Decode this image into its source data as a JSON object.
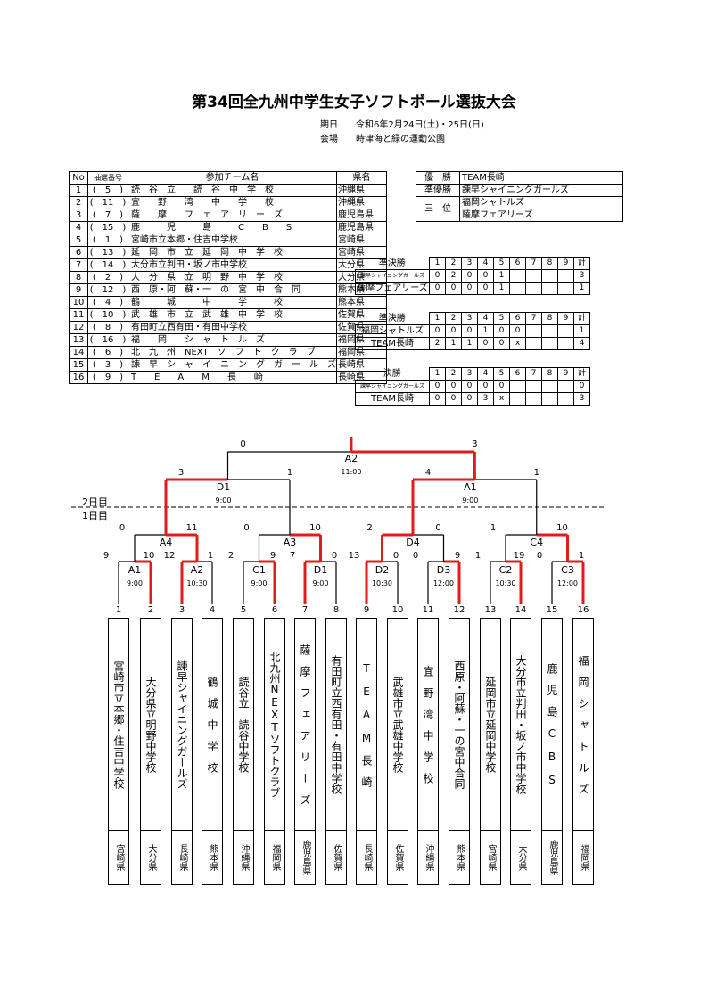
{
  "title": "第34回全九州中学生女子ソフトボール選抜大会",
  "meta": {
    "date_label": "期日",
    "date_value": "令和6年2月24日(土)・25日(日)",
    "venue_label": "会場",
    "venue_value": "時津海と緑の運動公園"
  },
  "teams_header": {
    "no": "No",
    "draw": "抽選番号",
    "team": "参加チーム名",
    "pref": "県名"
  },
  "teams": [
    {
      "no": "1",
      "draw": "5",
      "name": "読　谷　立　　読　谷　中　学　校",
      "pref": "沖縄県"
    },
    {
      "no": "2",
      "draw": "11",
      "name": "宜　　野　　湾　　中　　学　　校",
      "pref": "沖縄県"
    },
    {
      "no": "3",
      "draw": "7",
      "name": "薩　　摩　　フ　ェ　ア　リ　ー　ズ",
      "pref": "鹿児島県"
    },
    {
      "no": "4",
      "draw": "15",
      "name": "鹿　　　児　　　島　　　C　　B　　S",
      "pref": "鹿児島県"
    },
    {
      "no": "5",
      "draw": "1",
      "name": "宮崎市立本郷・住吉中学校",
      "pref": "宮崎県"
    },
    {
      "no": "6",
      "draw": "13",
      "name": "延　岡　市　立　延　岡　中　学　校",
      "pref": "宮崎県"
    },
    {
      "no": "7",
      "draw": "14",
      "name": "大分市立判田・坂ノ市中学校",
      "pref": "大分県"
    },
    {
      "no": "8",
      "draw": "2",
      "name": "大　分　県　立　明　野　中　学　校",
      "pref": "大分県"
    },
    {
      "no": "9",
      "draw": "12",
      "name": "西　原・阿　蘇・一　の　宮　中　合　同",
      "pref": "熊本県"
    },
    {
      "no": "10",
      "draw": "4",
      "name": "鶴　　　城　　　中　　　学　　　校",
      "pref": "熊本県"
    },
    {
      "no": "11",
      "draw": "10",
      "name": "武　雄　市　立　武　雄　中　学　校",
      "pref": "佐賀県"
    },
    {
      "no": "12",
      "draw": "8",
      "name": "有田町立西有田・有田中学校",
      "pref": "佐賀県"
    },
    {
      "no": "13",
      "draw": "16",
      "name": "福　　岡　　シ　ャ　ト　ル　ズ",
      "pref": "福岡県"
    },
    {
      "no": "14",
      "draw": "6",
      "name": "北　九　州　NEXT　ソ　フ　ト　ク　ラ　ブ",
      "pref": "福岡県"
    },
    {
      "no": "15",
      "draw": "3",
      "name": "諫　早　シ　ャ　イ　ニ　ン　グ　ガ　ー　ル　ズ",
      "pref": "長崎県"
    },
    {
      "no": "16",
      "draw": "9",
      "name": "T　　E　　A　　M　　長　　崎",
      "pref": "長崎県"
    }
  ],
  "results": {
    "champion_label": "優　勝",
    "champion": "TEAM長崎",
    "runner_label": "準優勝",
    "runner": "諫早シャイニングガールズ",
    "third_label": "三　位",
    "third1": "福岡シャトルズ",
    "third2": "薩摩フェアリーズ"
  },
  "score_innings": [
    "1",
    "2",
    "3",
    "4",
    "5",
    "6",
    "7",
    "8",
    "9",
    "計"
  ],
  "scoreboards": [
    {
      "title": "準決勝",
      "rows": [
        {
          "team": "諫早シャイニングガールズ",
          "small": true,
          "cells": [
            "0",
            "2",
            "0",
            "0",
            "1",
            "",
            "",
            "",
            "",
            "3"
          ]
        },
        {
          "team": "薩摩フェアリーズ",
          "small": false,
          "cells": [
            "0",
            "0",
            "0",
            "0",
            "1",
            "",
            "",
            "",
            "",
            "1"
          ]
        }
      ]
    },
    {
      "title": "準決勝",
      "rows": [
        {
          "team": "福岡シャトルズ",
          "small": false,
          "cells": [
            "0",
            "0",
            "0",
            "1",
            "0",
            "0",
            "",
            "",
            "",
            "1"
          ]
        },
        {
          "team": "TEAM長崎",
          "small": false,
          "cells": [
            "2",
            "1",
            "1",
            "0",
            "0",
            "x",
            "",
            "",
            "",
            "4"
          ]
        }
      ]
    },
    {
      "title": "決勝",
      "rows": [
        {
          "team": "諫早シャイニングガールズ",
          "small": true,
          "cells": [
            "0",
            "0",
            "0",
            "0",
            "0",
            "",
            "",
            "",
            "",
            "0"
          ]
        },
        {
          "team": "TEAM長崎",
          "small": false,
          "cells": [
            "0",
            "0",
            "0",
            "3",
            "x",
            "",
            "",
            "",
            "",
            "3"
          ]
        }
      ]
    }
  ],
  "bracket": {
    "day2": "2日目",
    "day1": "1日目",
    "slots": [
      {
        "n": "1",
        "name": "宮崎市立本郷・住吉中学校",
        "pref": "宮崎県"
      },
      {
        "n": "2",
        "name": "大分県立明野中学校",
        "pref": "大分県"
      },
      {
        "n": "3",
        "name": "諫早シャイニングガールズ",
        "pref": "長崎県"
      },
      {
        "n": "4",
        "name": "鶴　城　中　学　校",
        "pref": "熊本県"
      },
      {
        "n": "5",
        "name": "読谷立　読谷中学校",
        "pref": "沖縄県"
      },
      {
        "n": "6",
        "name": "北九州NEXTソフトクラブ",
        "pref": "福岡県"
      },
      {
        "n": "7",
        "name": "薩　摩　フ　ェ　ア　リ　ー　ズ",
        "pref": "鹿児島県"
      },
      {
        "n": "8",
        "name": "有田町立西有田・有田中学校",
        "pref": "佐賀県"
      },
      {
        "n": "9",
        "name": "T　E　A　M　長　崎",
        "pref": "長崎県"
      },
      {
        "n": "10",
        "name": "武雄市立武雄中学校",
        "pref": "佐賀県"
      },
      {
        "n": "11",
        "name": "宜　野　湾　中　学　校",
        "pref": "沖縄県"
      },
      {
        "n": "12",
        "name": "西原・阿蘇・一の宮中合同",
        "pref": "熊本県"
      },
      {
        "n": "13",
        "name": "延岡市立延岡中学校",
        "pref": "宮崎県"
      },
      {
        "n": "14",
        "name": "大分市立判田・坂ノ市中学校",
        "pref": "大分県"
      },
      {
        "n": "15",
        "name": "鹿　児　島　C　B　S",
        "pref": "鹿児島県"
      },
      {
        "n": "16",
        "name": "福　岡　シ　ャ　ト　ル　ズ",
        "pref": "福岡県"
      }
    ],
    "r1": [
      {
        "label": "A1",
        "time": "9:00",
        "s1": "9",
        "s2": "10"
      },
      {
        "label": "A2",
        "time": "10:30",
        "s1": "12",
        "s2": "1"
      },
      {
        "label": "C1",
        "time": "9:00",
        "s1": "2",
        "s2": "9"
      },
      {
        "label": "D1",
        "time": "9:00",
        "s1": "7",
        "s2": "0"
      },
      {
        "label": "D2",
        "time": "10:30",
        "s1": "13",
        "s2": "0"
      },
      {
        "label": "D3",
        "time": "12:00",
        "s1": "0",
        "s2": "9"
      },
      {
        "label": "C2",
        "time": "10:30",
        "s1": "1",
        "s2": "19"
      },
      {
        "label": "C3",
        "time": "12:00",
        "s1": "0",
        "s2": "1"
      }
    ],
    "r2": [
      {
        "label": "A4",
        "s1": "0",
        "s2": "11"
      },
      {
        "label": "A3",
        "s1": "0",
        "s2": "10"
      },
      {
        "label": "D4",
        "s1": "2",
        "s2": "0"
      },
      {
        "label": "C4",
        "s1": "1",
        "s2": "10"
      }
    ],
    "r3": [
      {
        "label": "D1",
        "time": "9:00",
        "s1": "3",
        "s2": "1"
      },
      {
        "label": "A1",
        "time": "9:00",
        "s1": "4",
        "s2": "1"
      }
    ],
    "final": {
      "label": "A2",
      "time": "11:00",
      "s1": "0",
      "s2": "3"
    }
  }
}
